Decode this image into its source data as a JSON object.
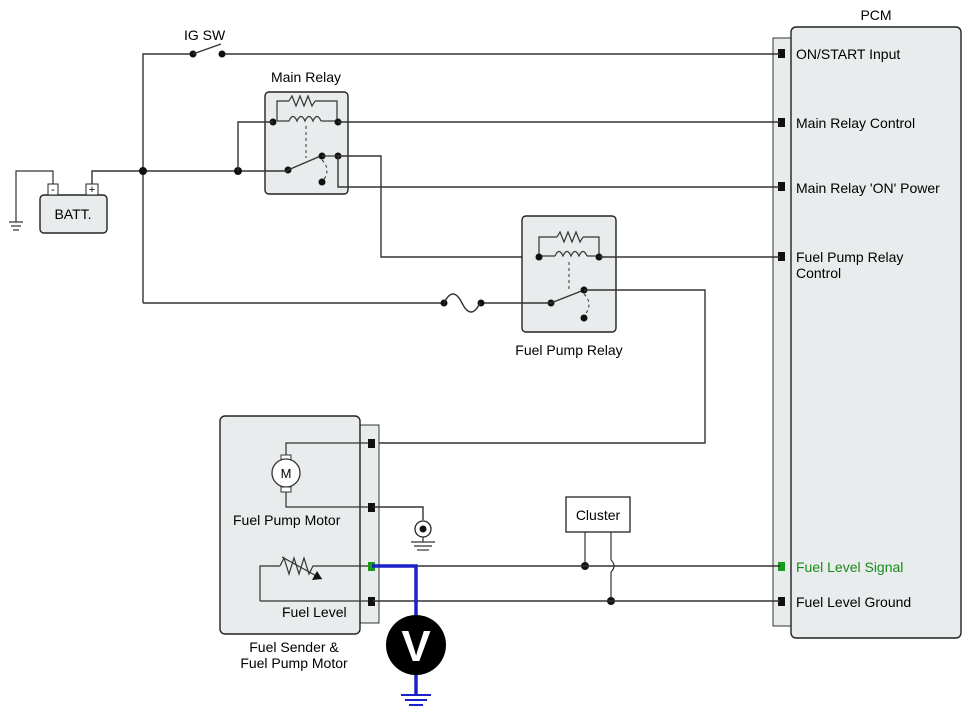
{
  "labels": {
    "ig_sw": "IG SW",
    "main_relay": "Main Relay",
    "batt": "BATT.",
    "batt_neg": "-",
    "batt_pos": "+",
    "fuel_pump_relay": "Fuel Pump Relay",
    "pcm": "PCM",
    "motor_symbol": "M",
    "fuel_pump_motor": "Fuel Pump Motor",
    "fuel_level": "Fuel Level",
    "sender_line1": "Fuel Sender &",
    "sender_line2": "Fuel Pump Motor",
    "cluster": "Cluster",
    "voltmeter": "V"
  },
  "pcm_pins": [
    {
      "label": "ON/START Input"
    },
    {
      "label": "Main Relay Control"
    },
    {
      "label": "Main Relay 'ON' Power"
    },
    {
      "label_line1": "Fuel Pump Relay",
      "label_line2": "Control"
    },
    {
      "label": "Fuel Level Signal",
      "highlight": true
    },
    {
      "label": "Fuel Level Ground"
    }
  ],
  "colors": {
    "highlight_text": "#1a8a1a",
    "highlight_pin": "#1a9a1a",
    "meter_lead": "#1a22c8",
    "wire": "#333333",
    "component_fill": "#e8ecec"
  }
}
